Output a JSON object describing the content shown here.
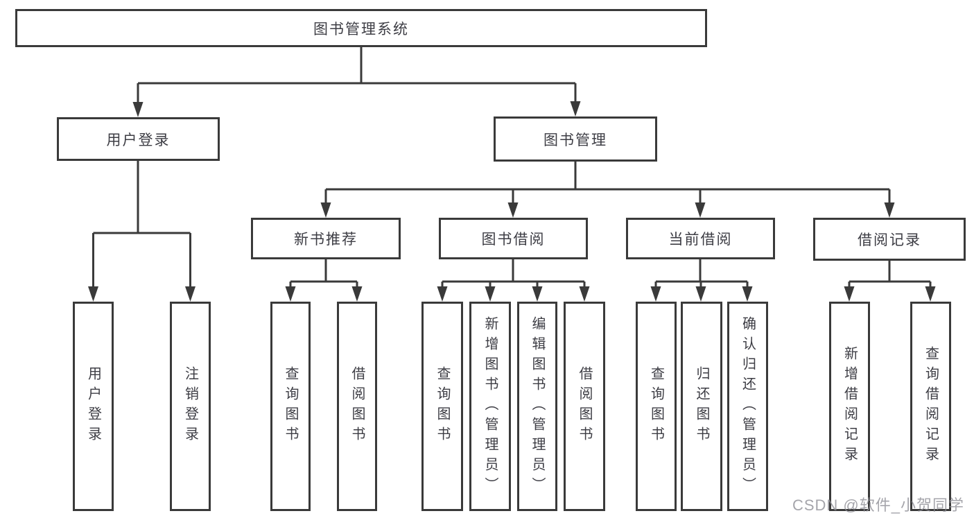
{
  "tree": {
    "root": "图书管理系统",
    "children": [
      {
        "label": "用户登录",
        "children": [
          "用户登录",
          "注销登录"
        ]
      },
      {
        "label": "图书管理",
        "children": [
          {
            "label": "新书推荐",
            "children": [
              "查询图书",
              "借阅图书"
            ]
          },
          {
            "label": "图书借阅",
            "children": [
              "查询图书",
              "新增图书（管理员）",
              "编辑图书（管理员）",
              "借阅图书"
            ]
          },
          {
            "label": "当前借阅",
            "children": [
              "查询图书",
              "归还图书",
              "确认归还（管理员）"
            ]
          },
          {
            "label": "借阅记录",
            "children": [
              "新增借阅记录",
              "查询借阅记录"
            ]
          }
        ]
      }
    ]
  },
  "watermark": "CSDN @软件_小贺同学",
  "colors": {
    "line": "#3a3a3a",
    "text": "#3d3d44",
    "background": "#ffffff",
    "watermark": "#8c8c94"
  }
}
